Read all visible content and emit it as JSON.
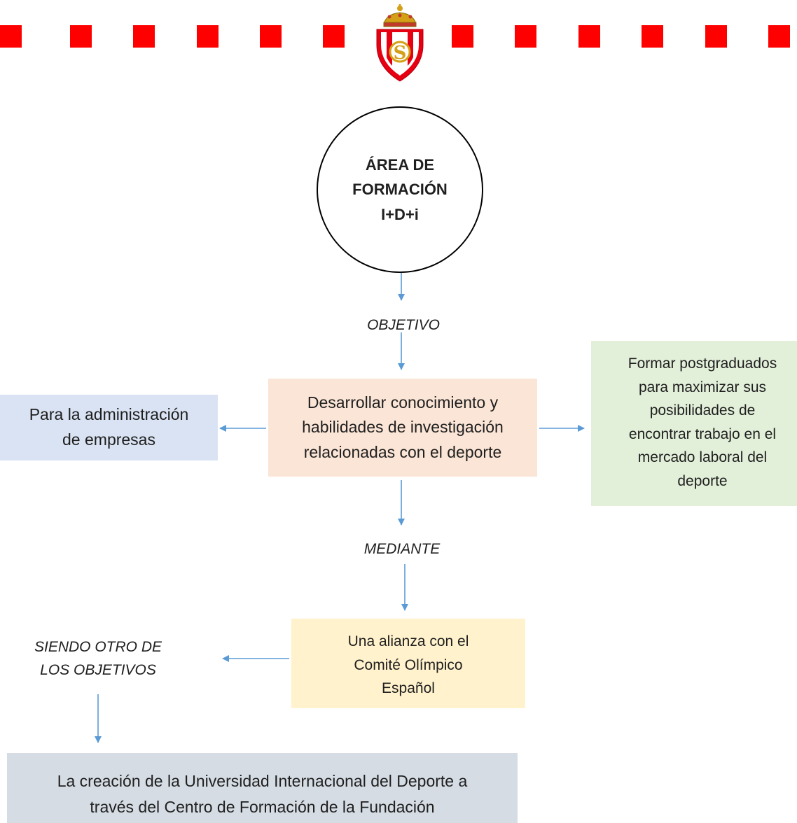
{
  "header": {
    "accent_color": "#ff0000",
    "crest_icon": "real-sporting-de-gijon-crest-icon"
  },
  "diagram": {
    "center_circle": {
      "line1": "ÁREA DE",
      "line2": "FORMACIÓN",
      "line3": "I+D+i"
    },
    "connector_labels": {
      "objetivo": "OBJETIVO",
      "mediante": "MEDIANTE",
      "siendo_line1": "SIENDO OTRO DE",
      "siendo_line2": "LOS OBJETIVOS"
    },
    "boxes": {
      "center": {
        "lines": [
          "Desarrollar conocimiento y",
          "habilidades de investigación",
          "relacionadas con el deporte"
        ],
        "color": "#fbe5d6"
      },
      "left": {
        "lines": [
          "Para la administración",
          "de empresas"
        ],
        "color": "#dae3f3"
      },
      "right": {
        "lines": [
          "Formar postgraduados",
          "para maximizar sus",
          "posibilidades de",
          "encontrar trabajo en el",
          "mercado laboral del",
          "deporte"
        ],
        "color": "#e2efd9"
      },
      "alliance": {
        "lines": [
          "Una alianza con el",
          "Comité Olímpico",
          "Español"
        ],
        "color": "#fff2cc"
      },
      "bottom": {
        "lines": [
          "La creación de la Universidad Internacional del Deporte a",
          "través del Centro de Formación de la Fundación"
        ],
        "color": "#d5dce4"
      }
    },
    "arrow_color": "#5b9bd5"
  }
}
